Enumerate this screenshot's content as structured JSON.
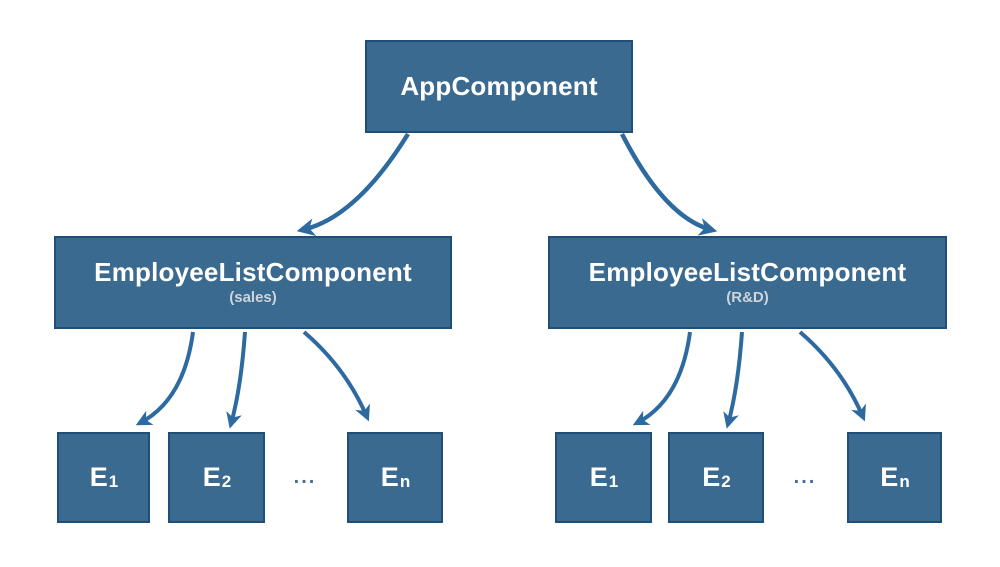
{
  "diagram": {
    "root": {
      "label": "AppComponent"
    },
    "groups": [
      {
        "parent_label": "EmployeeListComponent",
        "parent_subtitle": "(sales)",
        "children": [
          {
            "base": "E",
            "sub": "1"
          },
          {
            "base": "E",
            "sub": "2"
          },
          {
            "base": "E",
            "sub": "n"
          }
        ],
        "ellipsis": "..."
      },
      {
        "parent_label": "EmployeeListComponent",
        "parent_subtitle": "(R&D)",
        "children": [
          {
            "base": "E",
            "sub": "1"
          },
          {
            "base": "E",
            "sub": "2"
          },
          {
            "base": "E",
            "sub": "n"
          }
        ],
        "ellipsis": "..."
      }
    ],
    "colors": {
      "box_fill": "#3A6A8F",
      "box_border": "#1F4F78",
      "arrow": "#2D6A9F",
      "label_text": "#FFFFFF",
      "subtitle_text": "#CDD4DB",
      "ellipsis_text": "#4A6E97",
      "background": "#FFFFFF"
    }
  }
}
